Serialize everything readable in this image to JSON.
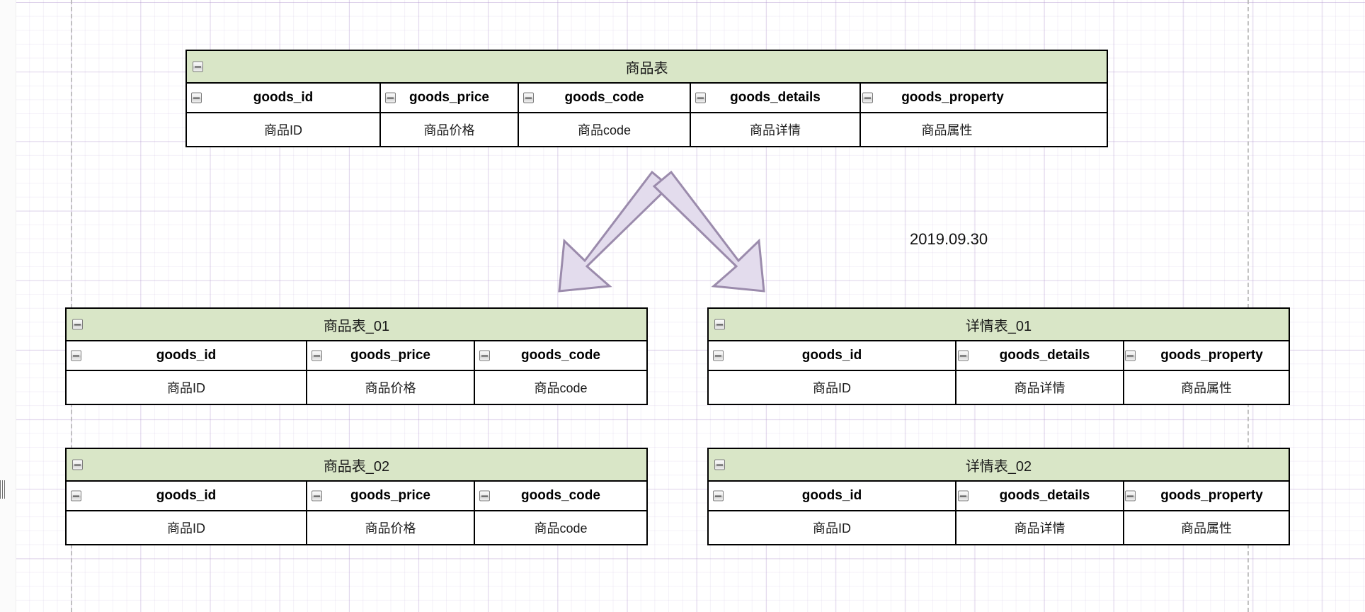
{
  "canvas": {
    "grid": "lavender-grid",
    "page_break_color": "#b9b9b9",
    "header_fill": "#d9e6c7",
    "border_color": "#000000",
    "arrow_fill": "#e3dced",
    "arrow_stroke": "#9b8bac"
  },
  "annotation": {
    "date": "2019.09.30"
  },
  "icons": {
    "collapse": "collapse-minus-icon"
  },
  "tables": {
    "source": {
      "title": "商品表",
      "columns": [
        {
          "name": "goods_id",
          "desc": "商品ID"
        },
        {
          "name": "goods_price",
          "desc": "商品价格"
        },
        {
          "name": "goods_code",
          "desc": "商品code"
        },
        {
          "name": "goods_details",
          "desc": "商品详情"
        },
        {
          "name": "goods_property",
          "desc": "商品属性"
        }
      ]
    },
    "goods_01": {
      "title": "商品表_01",
      "columns": [
        {
          "name": "goods_id",
          "desc": "商品ID"
        },
        {
          "name": "goods_price",
          "desc": "商品价格"
        },
        {
          "name": "goods_code",
          "desc": "商品code"
        }
      ]
    },
    "goods_02": {
      "title": "商品表_02",
      "columns": [
        {
          "name": "goods_id",
          "desc": "商品ID"
        },
        {
          "name": "goods_price",
          "desc": "商品价格"
        },
        {
          "name": "goods_code",
          "desc": "商品code"
        }
      ]
    },
    "details_01": {
      "title": "详情表_01",
      "columns": [
        {
          "name": "goods_id",
          "desc": "商品ID"
        },
        {
          "name": "goods_details",
          "desc": "商品详情"
        },
        {
          "name": "goods_property",
          "desc": "商品属性"
        }
      ]
    },
    "details_02": {
      "title": "详情表_02",
      "columns": [
        {
          "name": "goods_id",
          "desc": "商品ID"
        },
        {
          "name": "goods_details",
          "desc": "商品详情"
        },
        {
          "name": "goods_property",
          "desc": "商品属性"
        }
      ]
    }
  }
}
